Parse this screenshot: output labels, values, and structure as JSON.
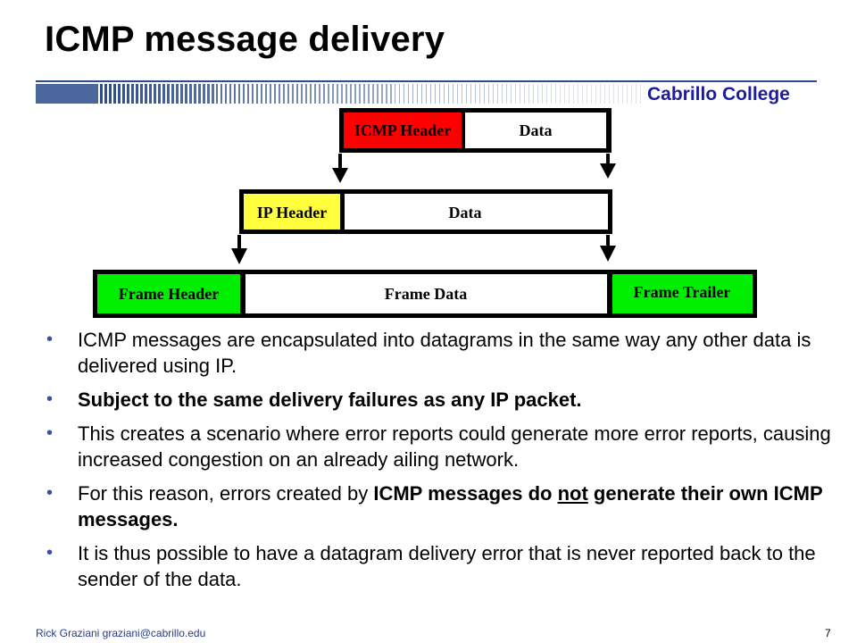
{
  "slide": {
    "title": "ICMP message delivery",
    "brand": "Cabrillo College",
    "footer": "Rick Graziani  graziani@cabrillo.edu",
    "page_number": "7"
  },
  "diagram": {
    "icmp_header": "ICMP Header",
    "icmp_data": "Data",
    "ip_header": "IP Header",
    "ip_data": "Data",
    "frame_header": "Frame Header",
    "frame_data": "Frame Data",
    "frame_trailer": "Frame Trailer",
    "colors": {
      "icmp_header": "#ff0000",
      "ip_header": "#ffff40",
      "frame": "#00ee00",
      "banner": "#2c4c8c"
    }
  },
  "bullets": [
    {
      "text": "ICMP messages are encapsulated into datagrams in the same way any other data is delivered using IP."
    },
    {
      "text": "Subject to the same delivery failures as any IP packet."
    },
    {
      "text": "This creates a scenario where error reports could generate more error reports, causing increased congestion on an already ailing network."
    },
    {
      "pre": "For this reason, errors created by ",
      "bold1": "ICMP messages do ",
      "underline": "not",
      "bold2": " generate their own ICMP messages."
    },
    {
      "text": "It is thus possible to have a datagram delivery error that is never reported back to the sender of the data."
    }
  ]
}
